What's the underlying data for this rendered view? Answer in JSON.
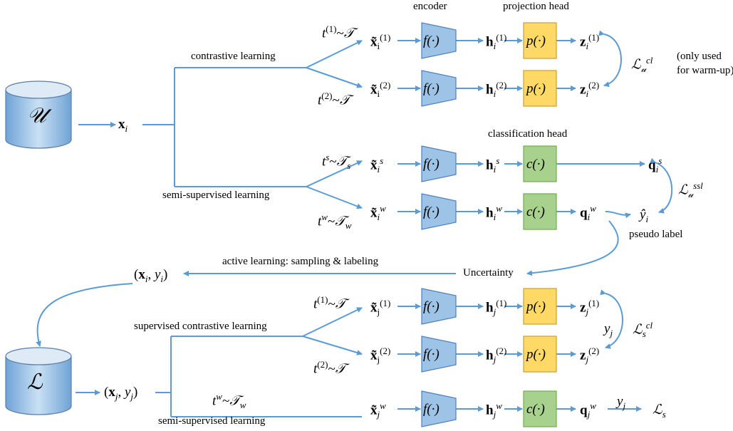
{
  "headers": {
    "encoder": "encoder",
    "projection_head": "projection head",
    "classification_head": "classification head"
  },
  "branches": {
    "contrastive": "contrastive learning",
    "semi_u": "semi-supervised learning",
    "active": "active learning: sampling & labeling",
    "sup_contrastive": "supervised contrastive learning",
    "semi_l": "semi-supervised learning"
  },
  "notes": {
    "uncertainty": "Uncertainty",
    "pseudo_label": "pseudo label",
    "only_used_1": "(only used",
    "only_used_2": "for warm-up)"
  },
  "datasets": {
    "unlabeled": "𝒰",
    "labeled": "ℒ"
  },
  "modules": {
    "encoder_fn": "f(·)",
    "projection_fn": "p(·)",
    "classifier_fn": "c(·)"
  },
  "colors": {
    "arrow": "#5b9bd5",
    "encoder_fill": "#9dc3e6",
    "encoder_stroke": "#4f81bd",
    "projection_fill": "#ffd966",
    "projection_stroke": "#c9a227",
    "classifier_fill": "#a9d18e",
    "classifier_stroke": "#70ad47",
    "cylinder_top": "#deebf7",
    "cylinder_body": "#9dc3e6",
    "cylinder_stroke": "#5b7fa8"
  }
}
